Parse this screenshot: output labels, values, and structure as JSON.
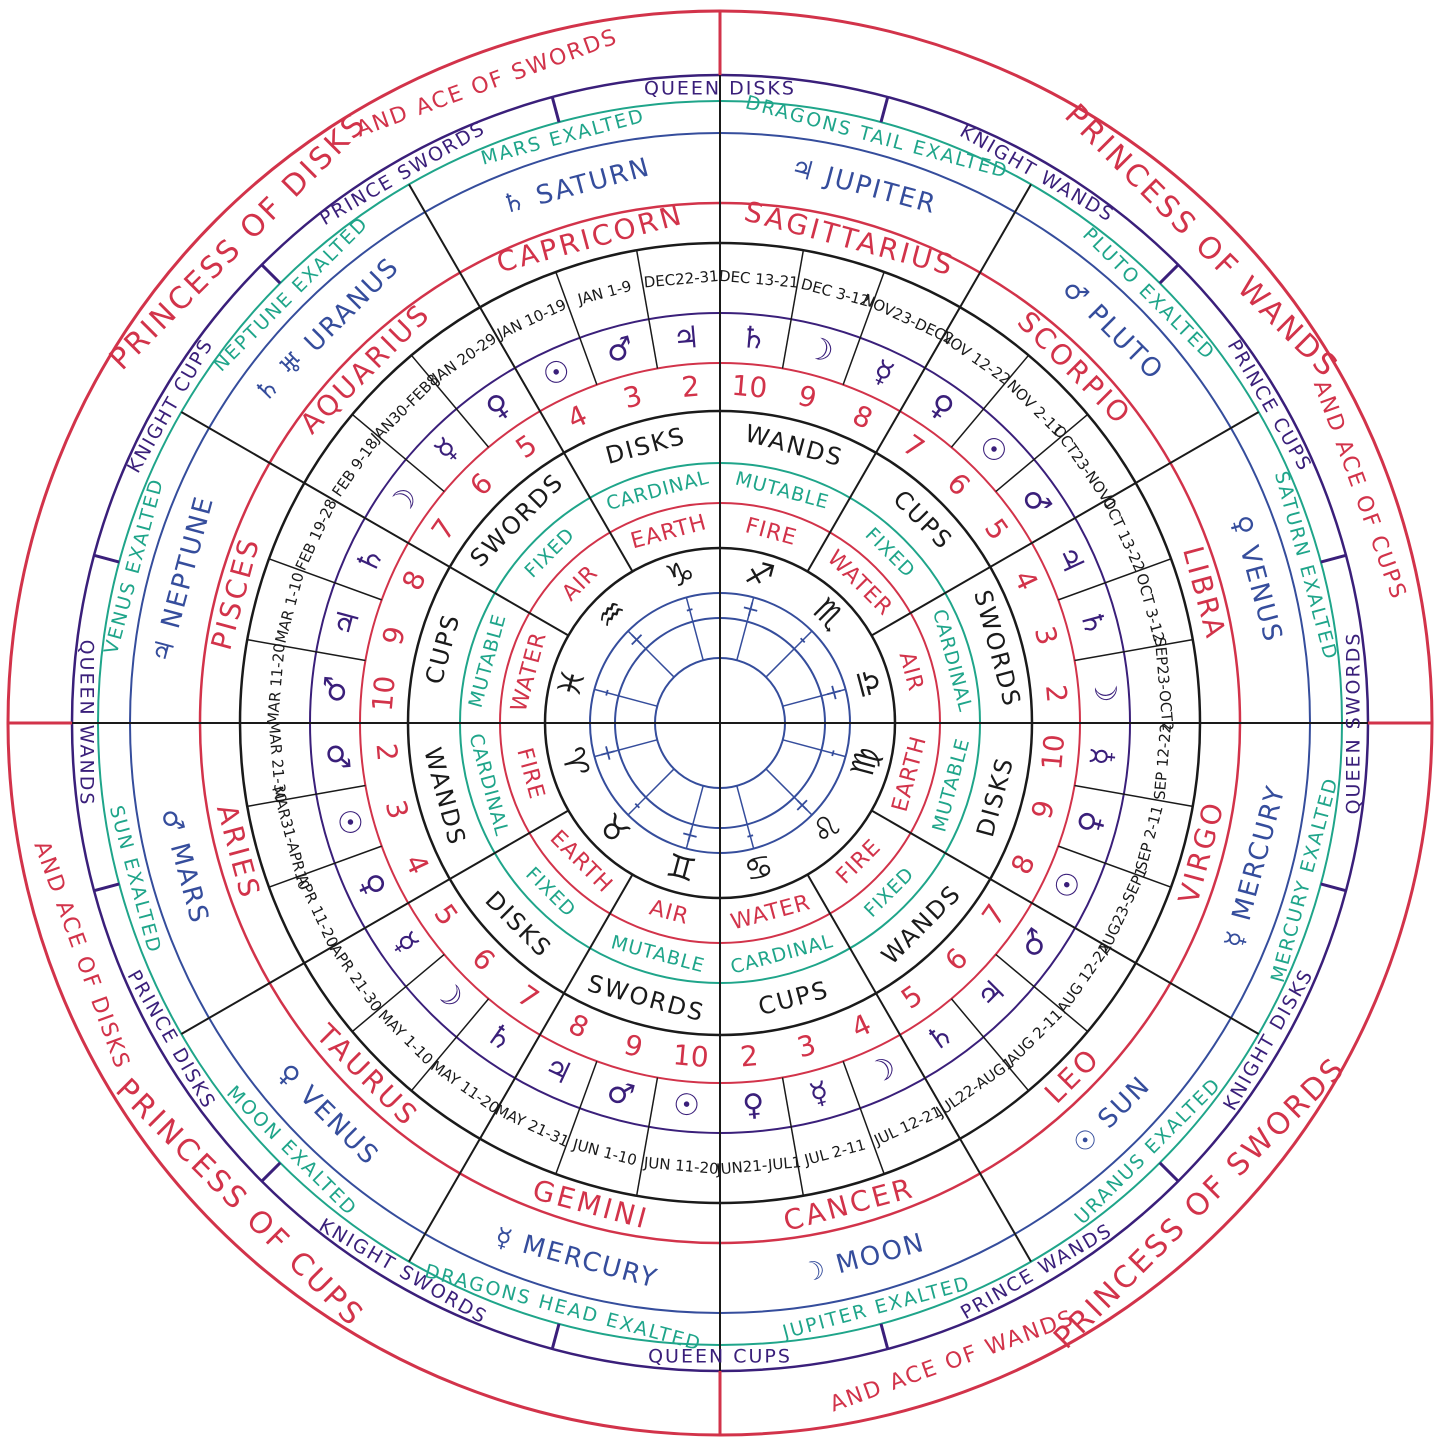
{
  "colors": {
    "red": "#d2334a",
    "purple": "#3a1f7a",
    "teal": "#1fa58a",
    "blue": "#354d9c",
    "black": "#1a1a1a"
  },
  "princess_ring": [
    "PRINCESS OF CUPS",
    "PRINCESS OF SWORDS",
    "PRINCESS OF WANDS",
    "PRINCESS OF DISKS"
  ],
  "court_ring": [
    "QUEEN WANDS",
    "PRINCE DISKS",
    "KNIGHT SWORDS",
    "QUEEN CUPS",
    "PRINCE WANDS",
    "KNIGHT DISKS",
    "QUEEN SWORDS",
    "PRINCE CUPS",
    "KNIGHT WANDS",
    "QUEEN DISKS",
    "PRINCE SWORDS",
    "KNIGHT CUPS"
  ],
  "ace_labels": [
    "AND ACE OF DISKS",
    "AND ACE OF WANDS",
    "AND ACE OF CUPS",
    "AND ACE OF SWORDS"
  ],
  "exalted_ring": [
    "SUN EXALTED",
    "MOON EXALTED",
    "DRAGONS HEAD EXALTED",
    "JUPITER EXALTED",
    "URANUS EXALTED",
    "MERCURY EXALTED",
    "SATURN EXALTED",
    "PLUTO EXALTED",
    "DRAGONS TAIL EXALTED",
    "MARS EXALTED",
    "NEPTUNE EXALTED",
    "VENUS EXALTED"
  ],
  "ruler_ring": [
    "♂ MARS",
    "♀ VENUS",
    "☿ MERCURY",
    "☽ MOON",
    "☉ SUN",
    "☿ MERCURY",
    "♀ VENUS",
    "♂ PLUTO",
    "♃ JUPITER",
    "♄ SATURN",
    "♄ ♅ URANUS",
    "♃ NEPTUNE"
  ],
  "zodiac_ring": [
    "ARIES",
    "TAURUS",
    "GEMINI",
    "CANCER",
    "LEO",
    "VIRGO",
    "LIBRA",
    "SCORPIO",
    "SAGITTARIUS",
    "CAPRICORN",
    "AQUARIUS",
    "PISCES"
  ],
  "date_ring": [
    "MAR 21-30",
    "MAR31-APR10",
    "APR 11-20",
    "APR 21-30",
    "MAY 1-10",
    "MAY 11-20",
    "MAY 21-31",
    "JUN 1-10",
    "JUN 11-20",
    "JUN21-JUL1",
    "JUL 2-11",
    "JUL 12-21",
    "JUL22-AUG1",
    "AUG 2-11",
    "AUG 12-22",
    "AUG23-SEP1",
    "SEP 2-11",
    "SEP 12-22",
    "SEP23-OCT2",
    "OCT 3-12",
    "OCT 13-22",
    "OCT23-NOV1",
    "NOV 2-11",
    "NOV 12-22",
    "NOV23-DEC2",
    "DEC 3-12",
    "DEC 13-21",
    "DEC22-31",
    "JAN 1-9",
    "JAN 10-19",
    "JAN 20-29",
    "JAN30-FEB8",
    "FEB 9-18",
    "FEB 19-28",
    "MAR 1-10",
    "MAR 11-20"
  ],
  "planet_ring": [
    "♂",
    "☉",
    "♀",
    "☿",
    "☽",
    "♄",
    "♃",
    "♂",
    "☉",
    "♀",
    "☿",
    "☽",
    "♄",
    "♃",
    "♂",
    "☉",
    "♀",
    "☿",
    "☽",
    "♄",
    "♃",
    "♂",
    "☉",
    "♀",
    "☿",
    "☽",
    "♄",
    "♃",
    "♂",
    "☉",
    "♀",
    "☿",
    "☽",
    "♄",
    "♃",
    "♂"
  ],
  "number_ring": [
    "2",
    "3",
    "4",
    "5",
    "6",
    "7",
    "8",
    "9",
    "10",
    "2",
    "3",
    "4",
    "5",
    "6",
    "7",
    "8",
    "9",
    "10",
    "2",
    "3",
    "4",
    "5",
    "6",
    "7",
    "8",
    "9",
    "10",
    "2",
    "3",
    "4",
    "5",
    "6",
    "7",
    "8",
    "9",
    "10"
  ],
  "suit_ring": [
    "WANDS",
    "DISKS",
    "SWORDS",
    "CUPS",
    "WANDS",
    "DISKS",
    "SWORDS",
    "CUPS",
    "WANDS",
    "DISKS",
    "SWORDS",
    "CUPS"
  ],
  "quality_ring": [
    "CARDINAL",
    "FIXED",
    "MUTABLE",
    "CARDINAL",
    "FIXED",
    "MUTABLE",
    "CARDINAL",
    "FIXED",
    "MUTABLE",
    "CARDINAL",
    "FIXED",
    "MUTABLE"
  ],
  "element_ring": [
    "FIRE",
    "EARTH",
    "AIR",
    "WATER",
    "FIRE",
    "EARTH",
    "AIR",
    "WATER",
    "FIRE",
    "EARTH",
    "AIR",
    "WATER"
  ],
  "glyph_ring": [
    "♈",
    "♉",
    "♊",
    "♋",
    "♌",
    "♍",
    "♎",
    "♏",
    "♐",
    "♑",
    "♒",
    "♓"
  ],
  "polarity_ring": [
    "+",
    "-",
    "+",
    "-",
    "+",
    "-",
    "+",
    "-",
    "+",
    "-",
    "+",
    "-"
  ]
}
